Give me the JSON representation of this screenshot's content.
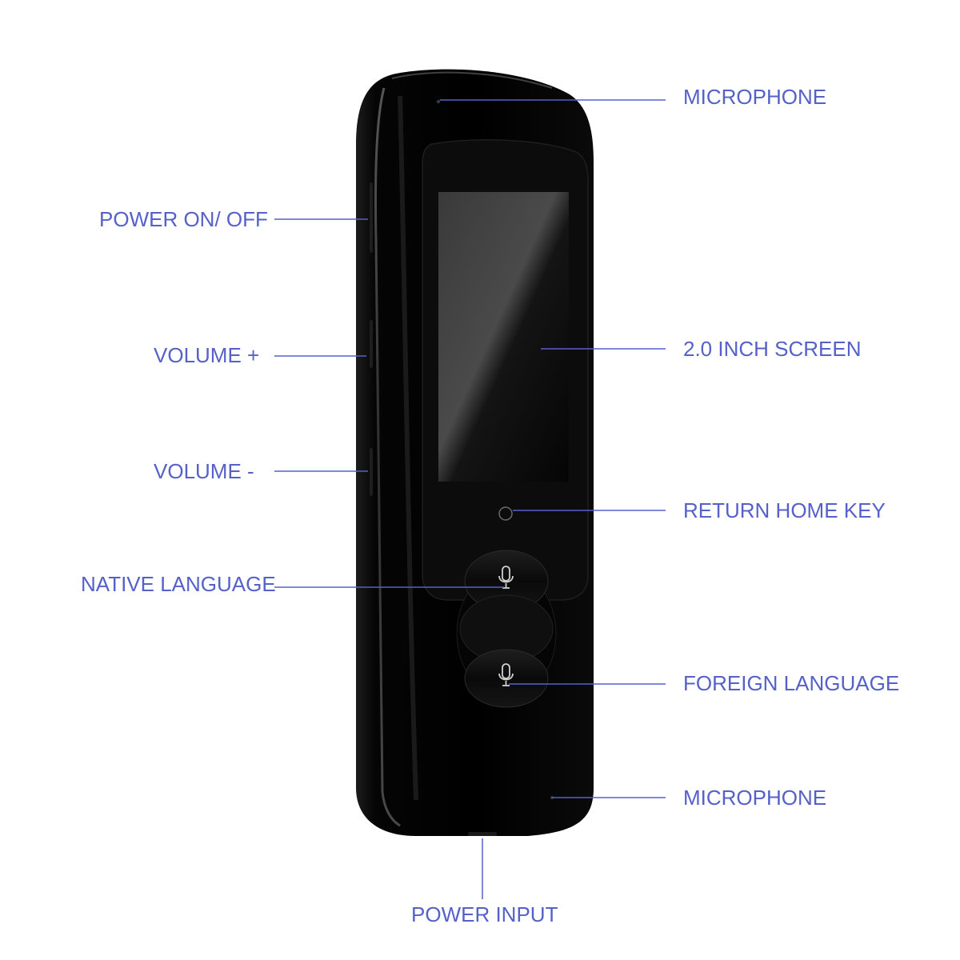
{
  "theme": {
    "label_color": "#5561c9",
    "line_color": "#5561c9",
    "device_color": "#060606"
  },
  "callouts": {
    "mic_top": "MICROPHONE",
    "power": "POWER ON/ OFF",
    "screen": "2.0 INCH SCREEN",
    "vol_up": "VOLUME +",
    "vol_down": "VOLUME -",
    "home": "RETURN HOME KEY",
    "native": "NATIVE LANGUAGE",
    "foreign": "FOREIGN LANGUAGE",
    "mic_bottom": "MICROPHONE",
    "power_input": "POWER INPUT"
  },
  "icons": {
    "native_button": "microphone-icon",
    "foreign_button": "microphone-icon",
    "home_key": "circle-icon"
  }
}
